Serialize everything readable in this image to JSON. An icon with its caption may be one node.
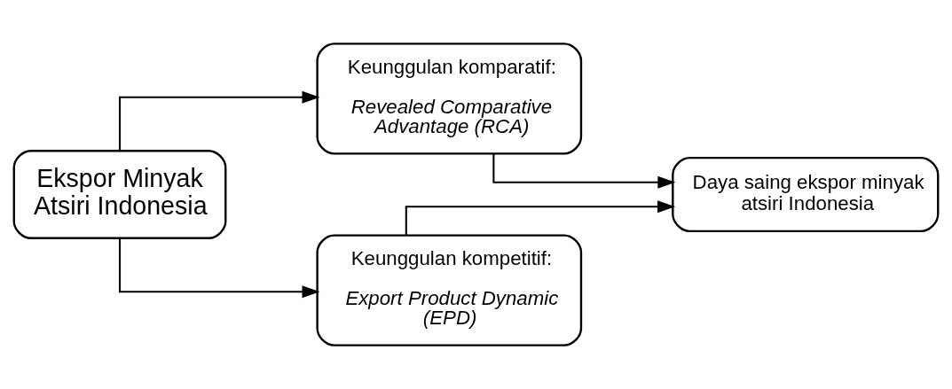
{
  "diagram": {
    "nodes": [
      {
        "text": [
          "Ekspor Minyak Atsiri Indonesia"
        ]
      },
      {
        "text": [
          "Keunggulan komparatif:",
          "Revealed Comparative Advantage (RCA)"
        ]
      },
      {
        "text": [
          "Keunggulan kompetitif:",
          "Export Product Dynamic (EPD)"
        ]
      },
      {
        "text": [
          "Daya saing ekspor minyak atsiri Indonesia"
        ]
      }
    ],
    "edges": [
      {
        "from": 0,
        "to": 1,
        "arrow": "to"
      },
      {
        "from": 0,
        "to": 2,
        "arrow": "to"
      },
      {
        "from": 1,
        "to": 3,
        "arrow": "to"
      },
      {
        "from": 2,
        "to": 3,
        "arrow": "to"
      }
    ]
  }
}
